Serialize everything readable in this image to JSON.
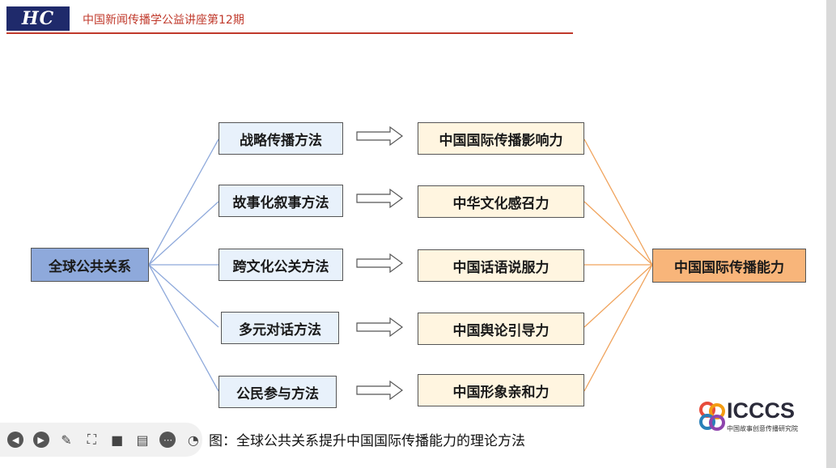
{
  "header": {
    "logo_text": "HC",
    "title": "中国新闻传播学公益讲座第12期"
  },
  "diagram": {
    "source": "全球公共关系",
    "methods": [
      "战略传播方法",
      "故事化叙事方法",
      "跨文化公关方法",
      "多元对话方法",
      "公民参与方法"
    ],
    "abilities": [
      "中国国际传播影响力",
      "中华文化感召力",
      "中国话语说服力",
      "中国舆论引导力",
      "中国形象亲和力"
    ],
    "target": "中国国际传播能力",
    "caption": "图：全球公共关系提升中国国际传播能力的理论方法",
    "colors": {
      "source_fill": "#8ea9db",
      "method_fill": "#e8f1fb",
      "ability_fill": "#fff5e0",
      "target_fill": "#f8b57a",
      "left_lines": "#8ea9db",
      "right_lines": "#f0a35c"
    }
  },
  "brand": {
    "name": "ICCCS",
    "subtitle": "中国故事创意传播研究院"
  },
  "toolbar": {
    "icons": [
      "prev-icon",
      "next-icon",
      "pen-icon",
      "screen-icon",
      "camera-icon",
      "comment-icon",
      "more-icon",
      "volume-icon"
    ]
  }
}
